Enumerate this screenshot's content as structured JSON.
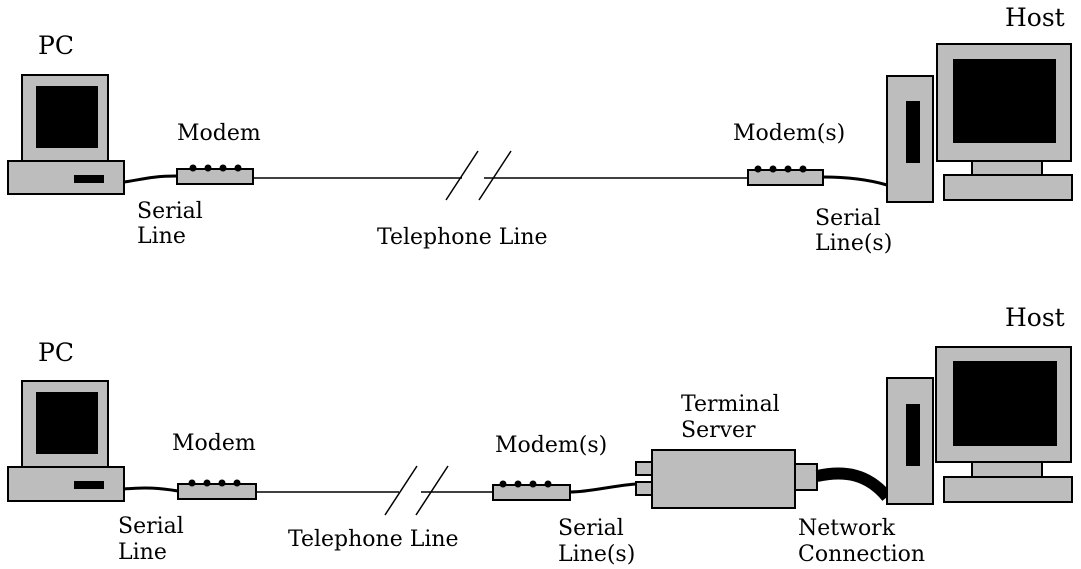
{
  "colors": {
    "device_fill": "#bdbdbd",
    "screen_fill": "#000000",
    "line": "#000000",
    "background": "#ffffff"
  },
  "top_scenario": {
    "pc_label": "PC",
    "modem_label": "Modem",
    "serial_line_label": [
      "Serial",
      "Line"
    ],
    "telephone_line_label": "Telephone Line",
    "host_modem_label": "Modem(s)",
    "host_serial_label": [
      "Serial",
      "Line(s)"
    ],
    "host_label": "Host"
  },
  "bottom_scenario": {
    "pc_label": "PC",
    "modem_label": "Modem",
    "serial_line_label": [
      "Serial",
      "Line"
    ],
    "telephone_line_label": "Telephone Line",
    "server_modem_label": "Modem(s)",
    "server_serial_label": [
      "Serial",
      "Line(s)"
    ],
    "terminal_server_label": [
      "Terminal",
      "Server"
    ],
    "network_label": [
      "Network",
      "Connection"
    ],
    "host_label": "Host"
  }
}
